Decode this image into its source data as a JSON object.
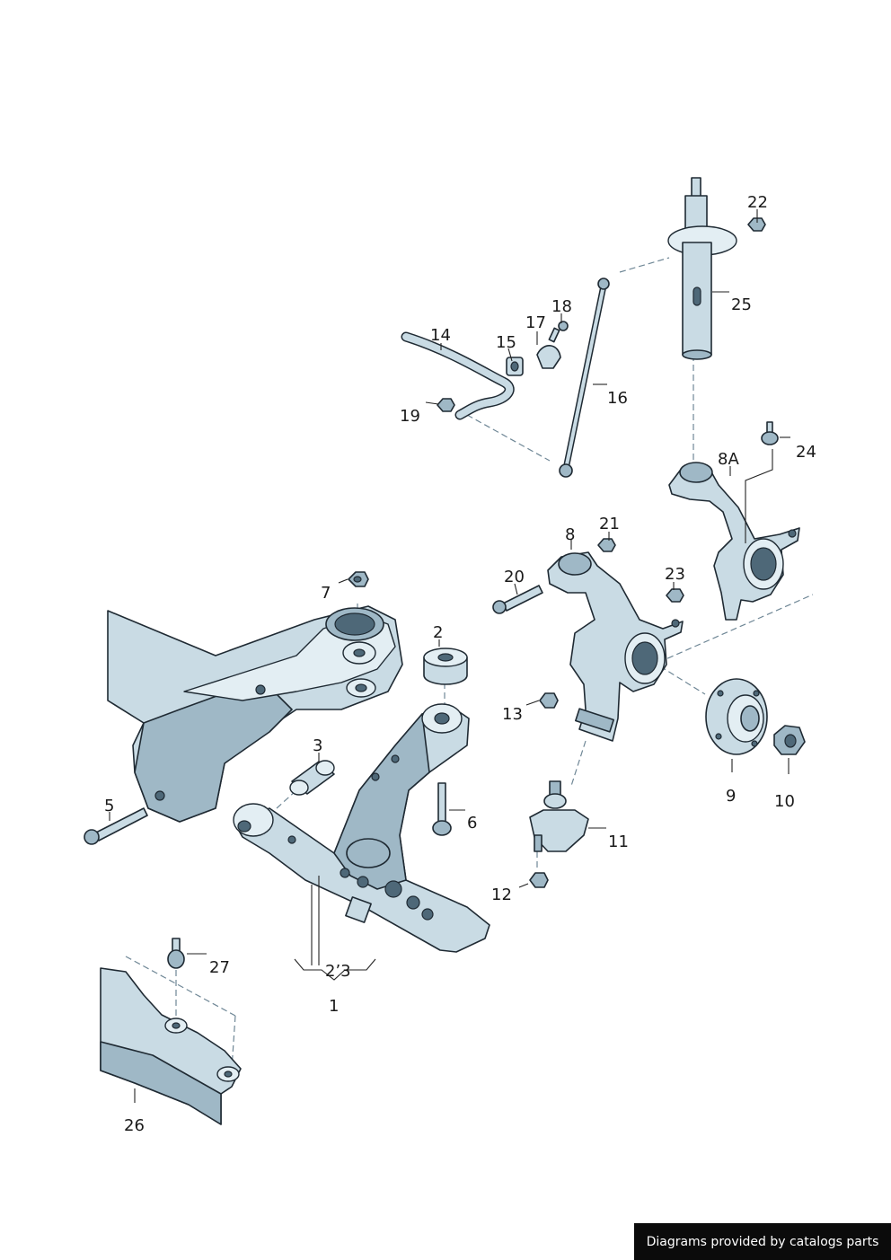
{
  "diagram": {
    "callouts": {
      "c1": "1",
      "c2a": "2",
      "c2b3": "2’3",
      "c3": "3",
      "c5": "5",
      "c6": "6",
      "c7": "7",
      "c8": "8",
      "c8a": "8A",
      "c9": "9",
      "c10": "10",
      "c11": "11",
      "c12": "12",
      "c13": "13",
      "c14": "14",
      "c15": "15",
      "c16": "16",
      "c17": "17",
      "c18": "18",
      "c19": "19",
      "c20": "20",
      "c21": "21",
      "c22": "22",
      "c23": "23",
      "c24": "24",
      "c25": "25",
      "c26": "26",
      "c27": "27"
    }
  },
  "footer": {
    "credit": "Diagrams provided by catalogs parts"
  }
}
